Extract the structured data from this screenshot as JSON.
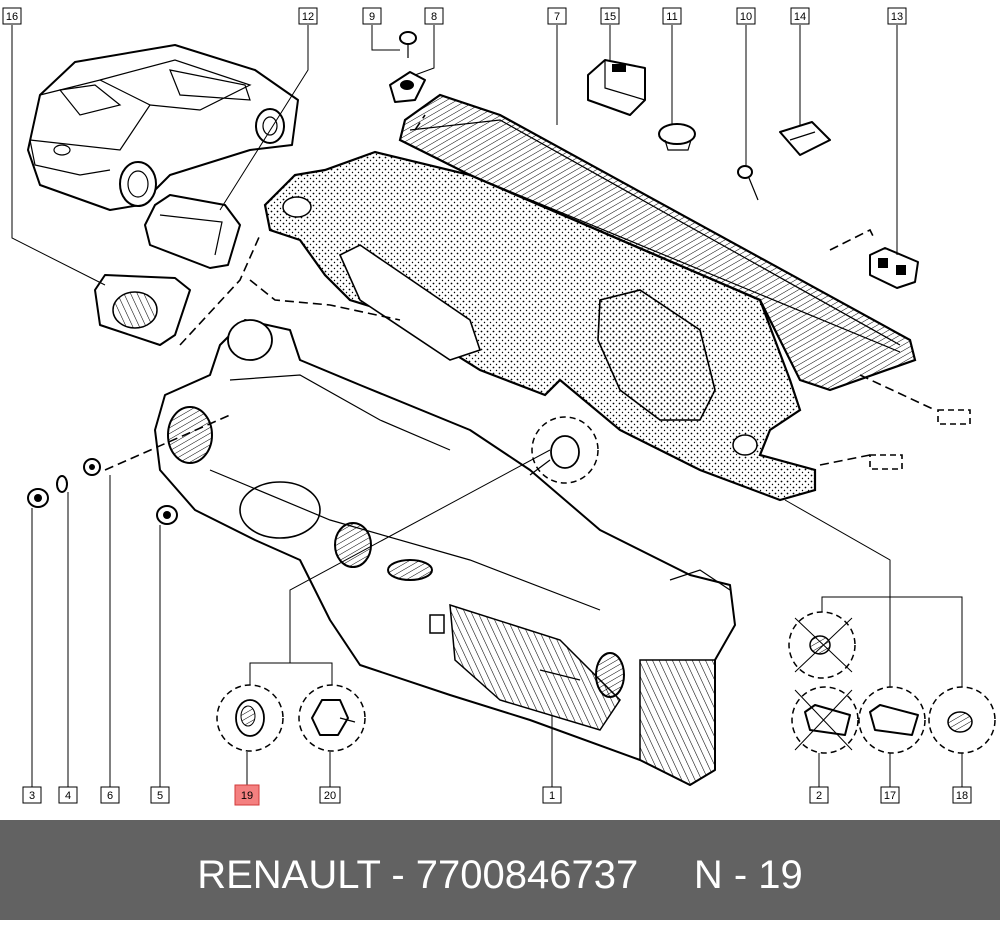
{
  "footer": {
    "brand": "RENAULT",
    "separator": " - ",
    "part_number": "7700846737",
    "ref_label": "N",
    "ref_separator": " - ",
    "ref_number": "19"
  },
  "callouts": [
    "1",
    "2",
    "3",
    "4",
    "5",
    "6",
    "7",
    "8",
    "9",
    "10",
    "11",
    "12",
    "13",
    "14",
    "15",
    "16",
    "17",
    "18",
    "19",
    "20"
  ],
  "highlighted_callout": "19",
  "colors": {
    "highlight_fill": "#f48080",
    "footer_bg": "#626262",
    "footer_text": "#ffffff"
  }
}
